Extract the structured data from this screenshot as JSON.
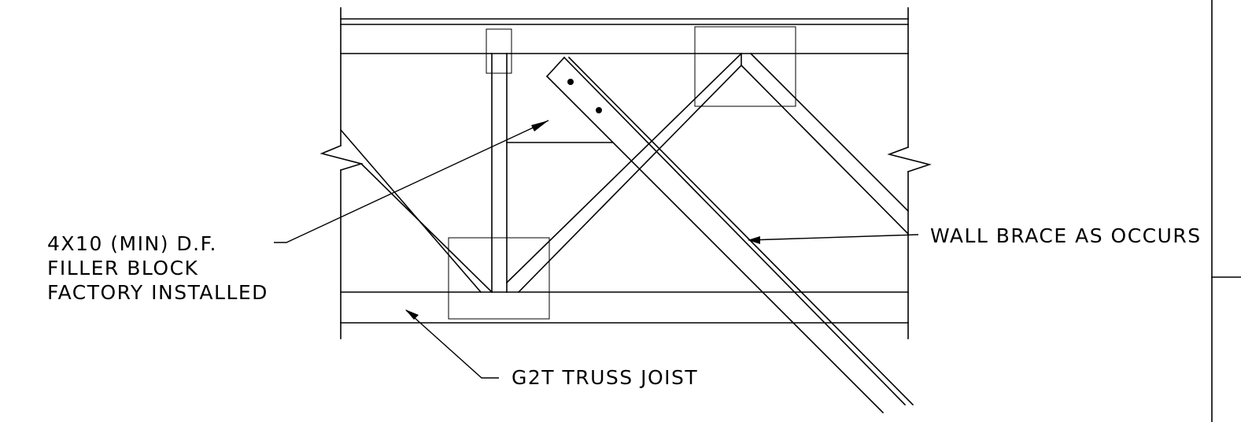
{
  "labels": {
    "filler_block": [
      "4X10 (MIN) D.F.",
      "FILLER BLOCK",
      "FACTORY INSTALLED"
    ],
    "wall_brace": "WALL BRACE AS OCCURS",
    "truss_joist": "G2T TRUSS JOIST"
  },
  "colors": {
    "line": "#000000",
    "background": "#ffffff"
  }
}
